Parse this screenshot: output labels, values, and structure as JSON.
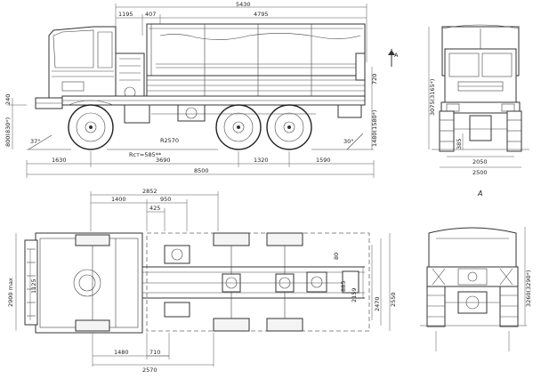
{
  "section_label": "A",
  "side_view": {
    "top_dims": [
      "5430",
      "1195",
      "407",
      "4795"
    ],
    "bottom_dims": [
      "1630",
      "3690",
      "1320",
      "1590",
      "8500"
    ],
    "height_dims": [
      "240",
      "800(830*)",
      "720",
      "1480(1580*)"
    ],
    "angles": [
      "37°",
      "30°"
    ],
    "labels": [
      "R2570",
      "Rст=585**",
      "A"
    ]
  },
  "front_view": {
    "dims": [
      "3075(3165*)",
      "385",
      "2050",
      "2500"
    ]
  },
  "top_view": {
    "top_dims": [
      "2852",
      "1400",
      "950",
      "425"
    ],
    "side_dims": [
      "2900 max",
      "1125",
      "80",
      "885",
      "2159",
      "2470",
      "2550"
    ],
    "bottom_dims": [
      "1480",
      "710",
      "2570"
    ]
  },
  "rear_view": {
    "title": "A",
    "dims": [
      "3260(3290*)"
    ]
  }
}
